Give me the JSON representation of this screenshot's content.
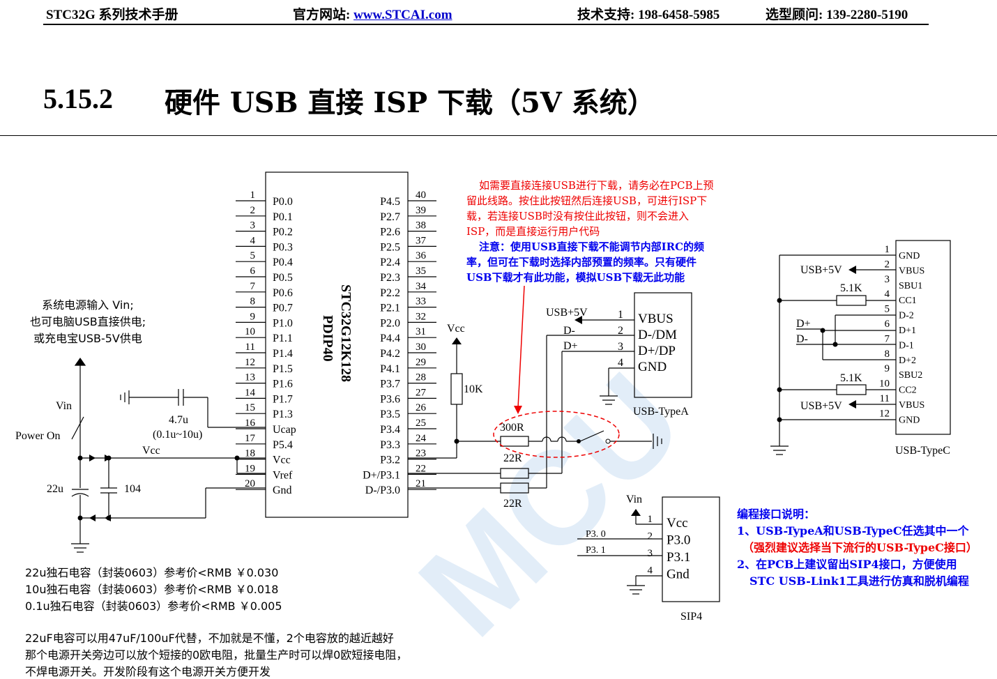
{
  "header": {
    "manual": "STC32G 系列技术手册",
    "site_label": "官方网站: ",
    "site_link": "www.STCAI.com",
    "support": "技术支持: 198-6458-5985",
    "advisor": "选型顾问: 139-2280-5190"
  },
  "section": {
    "number": "5.15.2",
    "title": "硬件 USB 直接 ISP 下载（5V 系统）"
  },
  "mcu": {
    "name": "STC32G12K128",
    "package": "PDIP40",
    "left_pins": [
      {
        "num": "1",
        "name": "P0.0"
      },
      {
        "num": "2",
        "name": "P0.1"
      },
      {
        "num": "3",
        "name": "P0.2"
      },
      {
        "num": "4",
        "name": "P0.3"
      },
      {
        "num": "5",
        "name": "P0.4"
      },
      {
        "num": "6",
        "name": "P0.5"
      },
      {
        "num": "7",
        "name": "P0.6"
      },
      {
        "num": "8",
        "name": "P0.7"
      },
      {
        "num": "9",
        "name": "P1.0"
      },
      {
        "num": "10",
        "name": "P1.1"
      },
      {
        "num": "11",
        "name": "P1.4"
      },
      {
        "num": "12",
        "name": "P1.5"
      },
      {
        "num": "13",
        "name": "P1.6"
      },
      {
        "num": "14",
        "name": "P1.7"
      },
      {
        "num": "15",
        "name": "P1.3"
      },
      {
        "num": "16",
        "name": "Ucap"
      },
      {
        "num": "17",
        "name": "P5.4"
      },
      {
        "num": "18",
        "name": "Vcc"
      },
      {
        "num": "19",
        "name": "Vref"
      },
      {
        "num": "20",
        "name": "Gnd"
      }
    ],
    "right_pins": [
      {
        "num": "40",
        "name": "P4.5"
      },
      {
        "num": "39",
        "name": "P2.7"
      },
      {
        "num": "38",
        "name": "P2.6"
      },
      {
        "num": "37",
        "name": "P2.5"
      },
      {
        "num": "36",
        "name": "P2.4"
      },
      {
        "num": "35",
        "name": "P2.3"
      },
      {
        "num": "34",
        "name": "P2.2"
      },
      {
        "num": "33",
        "name": "P2.1"
      },
      {
        "num": "32",
        "name": "P2.0"
      },
      {
        "num": "31",
        "name": "P4.4"
      },
      {
        "num": "30",
        "name": "P4.2"
      },
      {
        "num": "29",
        "name": "P4.1"
      },
      {
        "num": "28",
        "name": "P3.7"
      },
      {
        "num": "27",
        "name": "P3.6"
      },
      {
        "num": "26",
        "name": "P3.5"
      },
      {
        "num": "25",
        "name": "P3.4"
      },
      {
        "num": "24",
        "name": "P3.3"
      },
      {
        "num": "23",
        "name": "P3.2"
      },
      {
        "num": "22",
        "name": "D+/P3.1"
      },
      {
        "num": "21",
        "name": "D-/P3.0"
      }
    ]
  },
  "power_note": [
    "系统电源输入 Vin;",
    "也可电脑USB直接供电;",
    "或充电宝USB-5V供电"
  ],
  "labels": {
    "vin": "Vin",
    "power_on": "Power On",
    "vcc": "Vcc",
    "cap_22u": "22u",
    "cap_104": "104",
    "cap_47u": "4.7u",
    "cap_range": "(0.1u~10u)",
    "r10k": "10K",
    "r300": "300R",
    "r22a": "22R",
    "r22b": "22R",
    "usb5v": "USB+5V",
    "dminus": "D-",
    "dplus": "D+",
    "r51k_1": "5.1K",
    "r51k_2": "5.1K",
    "p30": "P3. 0",
    "p31": "P3. 1"
  },
  "usb_a": {
    "name": "USB-TypeA",
    "pins": [
      {
        "num": "1",
        "name": "VBUS"
      },
      {
        "num": "2",
        "name": "D-/DM"
      },
      {
        "num": "3",
        "name": "D+/DP"
      },
      {
        "num": "4",
        "name": "GND"
      }
    ]
  },
  "usb_c": {
    "name": "USB-TypeC",
    "pins": [
      {
        "num": "1",
        "name": "GND"
      },
      {
        "num": "2",
        "name": "VBUS"
      },
      {
        "num": "3",
        "name": "SBU1"
      },
      {
        "num": "4",
        "name": "CC1"
      },
      {
        "num": "5",
        "name": "D-2"
      },
      {
        "num": "6",
        "name": "D+1"
      },
      {
        "num": "7",
        "name": "D-1"
      },
      {
        "num": "8",
        "name": "D+2"
      },
      {
        "num": "9",
        "name": "SBU2"
      },
      {
        "num": "10",
        "name": "CC2"
      },
      {
        "num": "11",
        "name": "VBUS"
      },
      {
        "num": "12",
        "name": "GND"
      }
    ]
  },
  "sip4": {
    "name": "SIP4",
    "pins": [
      {
        "num": "1",
        "name": "Vcc"
      },
      {
        "num": "2",
        "name": "P3.0"
      },
      {
        "num": "3",
        "name": "P3.1"
      },
      {
        "num": "4",
        "name": "Gnd"
      }
    ]
  },
  "red_note": [
    "如需要直接连接USB进行下载，请务必在PCB上预",
    "留此线路。按住此按钮然后连接USB，可进行ISP下",
    "载，若连接USB时没有按住此按钮，则不会进入",
    "ISP，而是直接运行用户代码"
  ],
  "blue_note": [
    "注意：使用USB直接下载不能调节内部IRC的频",
    "率，但可在下载时选择内部预置的频率。只有硬件",
    "USB下载才有此功能，模拟USB下载无此功能"
  ],
  "prog_note": {
    "title": "编程接口说明：",
    "line1": "1、USB-TypeA和USB-TypeC任选其中一个",
    "line2": "（强烈建议选择当下流行的USB-TypeC接口）",
    "line3": "2、在PCB上建议留出SIP4接口，方便使用",
    "line4": "STC USB-Link1工具进行仿真和脱机编程"
  },
  "bom": [
    "22u独石电容（封装0603）参考价<RMB ￥0.030",
    "10u独石电容（封装0603）参考价<RMB ￥0.018",
    "0.1u独石电容（封装0603）参考价<RMB ￥0.005"
  ],
  "bottom_note": [
    "22uF电容可以用47uF/100uF代替，不加就是不懂，2个电容放的越近越好",
    "那个电源开关旁边可以放个短接的0欧电阻，批量生产时可以焊0欧短接电阻，",
    "不焊电源开关。开发阶段有这个电源开关方便开发"
  ],
  "watermark": "MCU"
}
